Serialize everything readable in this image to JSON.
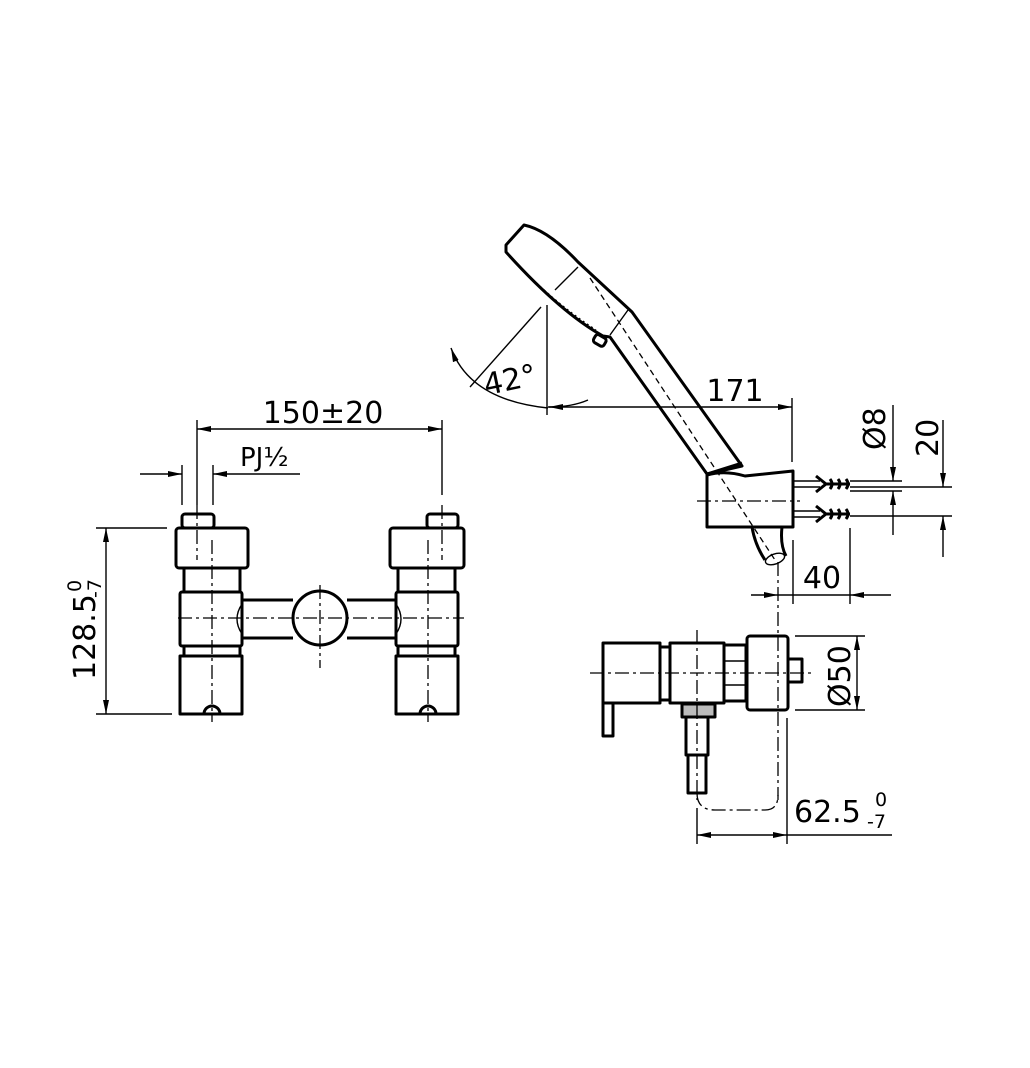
{
  "drawing": {
    "front_view": {
      "width_dim": "150±20",
      "thread_label": "PJ½",
      "height_dim": "128.5",
      "height_tol_upper": "0",
      "height_tol_lower": "-7"
    },
    "side_view": {
      "angle_dim": "42°",
      "reach_dim": "171",
      "screw_dia_dim": "Ø8",
      "screw_spacing_dim": "20",
      "holder_depth_dim": "40",
      "body_dia_dim": "Ø50",
      "projection_dim": "62.5",
      "projection_tol_upper": "0",
      "projection_tol_lower": "-7"
    }
  }
}
